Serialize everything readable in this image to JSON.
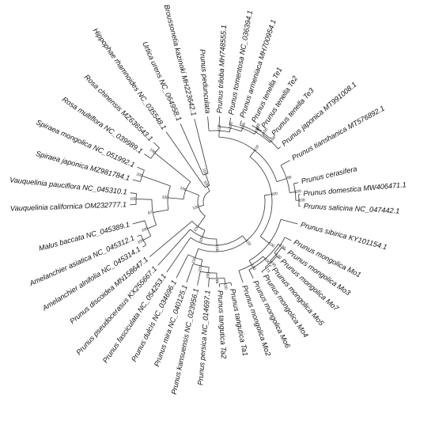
{
  "tree": {
    "line_color": "#333333",
    "text_color": "#111111",
    "leaves": [
      {
        "id": "L0",
        "label": "Prunus pedunculata",
        "angle": 95.0
      },
      {
        "id": "L1",
        "label": "Prunus triloba MH748555.1",
        "angle": 87.0
      },
      {
        "id": "L2",
        "label": "Prunus tomentosa NC_036394.1",
        "angle": 79.5
      },
      {
        "id": "L3",
        "label": "Prunus armeniaca MH700954.1",
        "angle": 72.0
      },
      {
        "id": "L4",
        "label": "Prunus tenella Te1",
        "angle": 64.0
      },
      {
        "id": "L5",
        "label": "Prunus tenella Te2",
        "angle": 57.0
      },
      {
        "id": "L6",
        "label": "Prunus tenella Te3",
        "angle": 49.0
      },
      {
        "id": "L7",
        "label": "Prunus japonica MT991008.1",
        "angle": 40.0
      },
      {
        "id": "L8",
        "label": "Prunus tianshanica MT576892.1",
        "angle": 29.0
      },
      {
        "id": "L9",
        "label": "Prunus cerasifera",
        "angle": 13.0
      },
      {
        "id": "L10",
        "label": "Prunus domestica MW406471.1",
        "angle": 5.0
      },
      {
        "id": "L11",
        "label": "Prunus salicina NC_047442.1",
        "angle": -3.0
      },
      {
        "id": "L12",
        "label": "Prunus sibirica KY101154.1",
        "angle": -15.0
      },
      {
        "id": "L13",
        "label": "Prunus mongolica Mo1",
        "angle": -27.0
      },
      {
        "id": "L14",
        "label": "Prunus mongolica Mo3",
        "angle": -34.5
      },
      {
        "id": "L15",
        "label": "Prunus mongolica Mo7",
        "angle": -41.5
      },
      {
        "id": "L16",
        "label": "Prunus mongolica Mo5",
        "angle": -49.0
      },
      {
        "id": "L17",
        "label": "Prunus mongolica Mo4",
        "angle": -56.0
      },
      {
        "id": "L18",
        "label": "Prunus mongolica Mo6",
        "angle": -63.5
      },
      {
        "id": "L19",
        "label": "Prunus mongolica Mo2",
        "angle": -71.0
      },
      {
        "id": "L20",
        "label": "Prunus tangutica Ta1",
        "angle": -79.0
      },
      {
        "id": "L21",
        "label": "Prunus tangutica Ta2",
        "angle": -87.0
      },
      {
        "id": "L22",
        "label": "Prunus persica NC_014697.1",
        "angle": -94.5
      },
      {
        "id": "L23",
        "label": "Prunus kansuensis NC_023956.1",
        "angle": -102.0
      },
      {
        "id": "L24",
        "label": "Prunus mira NC_040125.1",
        "angle": -109.5
      },
      {
        "id": "L25",
        "label": "Prunus dulcis NC_034696.1",
        "angle": -117.0
      },
      {
        "id": "L26",
        "label": "Prunus fasciculata NC_054253.1",
        "angle": -124.5
      },
      {
        "id": "L27",
        "label": "Prunus pseudocerasus KX255667.1",
        "angle": -132.0
      },
      {
        "id": "L28",
        "label": "Prunus discoidea MN158647.1",
        "angle": -140.0
      },
      {
        "id": "L29",
        "label": "Amelanchier alnifolia NC_045314.1",
        "angle": -148.0
      },
      {
        "id": "L30",
        "label": "Amelanchier asiatica NC_045312.1",
        "angle": -156.0
      },
      {
        "id": "L31",
        "label": "Malus baccata NC_045389.1",
        "angle": -165.0
      },
      {
        "id": "L32",
        "label": "Vauquelinia californica OM232777.1",
        "angle": -178.0
      },
      {
        "id": "L33",
        "label": "Vauquelinia pauciflora NC_045310.1",
        "angle": 174.0
      },
      {
        "id": "L34",
        "label": "Spiraea japonica MZ981784.1",
        "angle": 165.0
      },
      {
        "id": "L35",
        "label": "Spiraea mongolica NC_051992.1",
        "angle": 156.0
      },
      {
        "id": "L36",
        "label": "Rosa multiflora NC_039989.1",
        "angle": 146.0
      },
      {
        "id": "L37",
        "label": "Rosa chinensis MZ636543.1",
        "angle": 136.0
      },
      {
        "id": "L38",
        "label": "Hippophae rhamnoides NC_035548.1",
        "angle": 125.0
      },
      {
        "id": "L39",
        "label": "Urtica urens NC_064958.1",
        "angle": 114.0
      },
      {
        "id": "L40",
        "label": "Broussonetia kazinoki MH223642.1",
        "angle": 104.0
      }
    ],
    "nodes": [
      {
        "id": "N_rose",
        "children": [
          "L36",
          "L37"
        ],
        "support": "100"
      },
      {
        "id": "N_spir",
        "children": [
          "L34",
          "L35"
        ],
        "support": "100"
      },
      {
        "id": "N_vauq",
        "children": [
          "L32",
          "L33"
        ],
        "support": "100"
      },
      {
        "id": "N_amel",
        "children": [
          "L29",
          "L30"
        ],
        "support": "100"
      },
      {
        "id": "N_malus",
        "children": [
          "L31",
          "N_amel"
        ],
        "support": "100"
      },
      {
        "id": "N_mal2",
        "children": [
          "N_vauq",
          "N_malus"
        ],
        "support": "97"
      },
      {
        "id": "N_spir2",
        "children": [
          "N_spir",
          "N_mal2"
        ],
        "support": "100"
      },
      {
        "id": "N_ros2",
        "children": [
          "N_rose",
          "N_spir2"
        ],
        "support": "100"
      },
      {
        "id": "N_urt",
        "children": [
          "L39",
          "L40"
        ],
        "support": "100"
      },
      {
        "id": "N_out",
        "children": [
          "L38",
          "N_urt"
        ],
        "support": "100"
      },
      {
        "id": "N_t12",
        "children": [
          "L4",
          "L5"
        ],
        "support": "93"
      },
      {
        "id": "N_t3",
        "children": [
          "N_t12",
          "L6"
        ],
        "support": "100"
      },
      {
        "id": "N_jap",
        "children": [
          "N_t3",
          "L7"
        ],
        "support": "100"
      },
      {
        "id": "N_arm",
        "children": [
          "L3",
          "N_jap"
        ],
        "support": "100"
      },
      {
        "id": "N_tom",
        "children": [
          "L2",
          "N_arm"
        ],
        "support": "100"
      },
      {
        "id": "N_tri",
        "children": [
          "L1",
          "N_tom"
        ],
        "support": "100"
      },
      {
        "id": "N_ped",
        "children": [
          "L0",
          "N_tri"
        ],
        "support": "100"
      },
      {
        "id": "N_dom",
        "children": [
          "L10",
          "L11"
        ],
        "support": "100"
      },
      {
        "id": "N_cer",
        "children": [
          "L9",
          "N_dom"
        ],
        "support": "100"
      },
      {
        "id": "N_tian",
        "children": [
          "L8",
          "N_cer"
        ],
        "support": "98"
      },
      {
        "id": "N_ped2",
        "children": [
          "N_ped",
          "N_tian"
        ],
        "support": "100"
      },
      {
        "id": "N_m45",
        "children": [
          "L16",
          "L17"
        ],
        "support": "73"
      },
      {
        "id": "N_m7",
        "children": [
          "L15",
          "N_m45"
        ],
        "support": "100"
      },
      {
        "id": "N_m3",
        "children": [
          "L14",
          "N_m7"
        ],
        "support": "100"
      },
      {
        "id": "N_m1",
        "children": [
          "L13",
          "N_m3"
        ],
        "support": "100"
      },
      {
        "id": "N_m6",
        "children": [
          "N_m1",
          "L18"
        ],
        "support": "100"
      },
      {
        "id": "N_m2",
        "children": [
          "N_m6",
          "L19"
        ],
        "support": "100"
      },
      {
        "id": "N_sib",
        "children": [
          "L12",
          "N_m2"
        ],
        "support": "100"
      },
      {
        "id": "N_p1",
        "children": [
          "N_ped2",
          "N_sib"
        ],
        "support": "100"
      },
      {
        "id": "N_tang",
        "children": [
          "L20",
          "L21"
        ],
        "support": "100"
      },
      {
        "id": "N_per",
        "children": [
          "N_tang",
          "L22"
        ],
        "support": "99"
      },
      {
        "id": "N_kan",
        "children": [
          "N_per",
          "L23"
        ],
        "support": "100"
      },
      {
        "id": "N_mira",
        "children": [
          "N_kan",
          "L24"
        ],
        "support": "100"
      },
      {
        "id": "N_dul",
        "children": [
          "N_mira",
          "L25"
        ],
        "support": "100"
      },
      {
        "id": "N_amy",
        "children": [
          "N_p1",
          "N_dul"
        ],
        "support": "100"
      },
      {
        "id": "N_fas",
        "children": [
          "N_amy",
          "L26"
        ],
        "support": "100"
      },
      {
        "id": "N_pse",
        "children": [
          "N_fas",
          "L27"
        ],
        "support": "100"
      },
      {
        "id": "N_dis",
        "children": [
          "N_pse",
          "L28"
        ],
        "support": "100"
      },
      {
        "id": "N_rosac",
        "children": [
          "N_dis",
          "N_ros2"
        ],
        "support": "100"
      },
      {
        "id": "ROOT",
        "children": [
          "N_rosac",
          "N_out"
        ],
        "support": ""
      }
    ]
  }
}
